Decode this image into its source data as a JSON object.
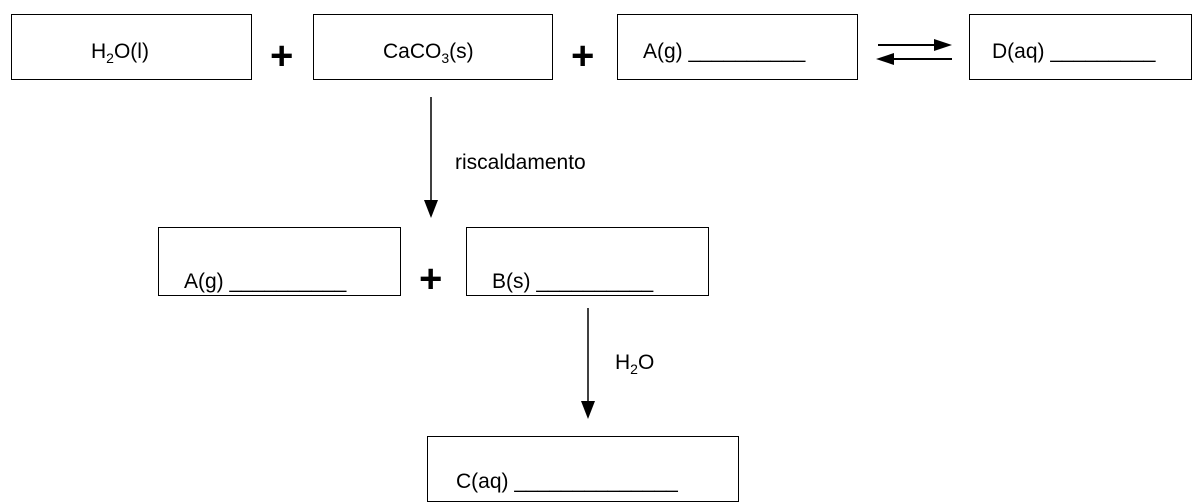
{
  "reactants": {
    "water": {
      "formula": "H",
      "sub": "2",
      "rest": "O(l)"
    },
    "carbonate": {
      "formula": "CaCO",
      "sub": "3",
      "rest": "(s)"
    },
    "gas_a": "A(g) __________"
  },
  "product_d": "D(aq) _________",
  "plus_sign": "+",
  "heating_label": "riscaldamento",
  "decomposition": {
    "gas_a": "A(g) __________",
    "solid_b": "B(s) __________"
  },
  "water_step": {
    "formula": "H",
    "sub": "2",
    "rest": "O"
  },
  "product_c": "C(aq) ______________"
}
